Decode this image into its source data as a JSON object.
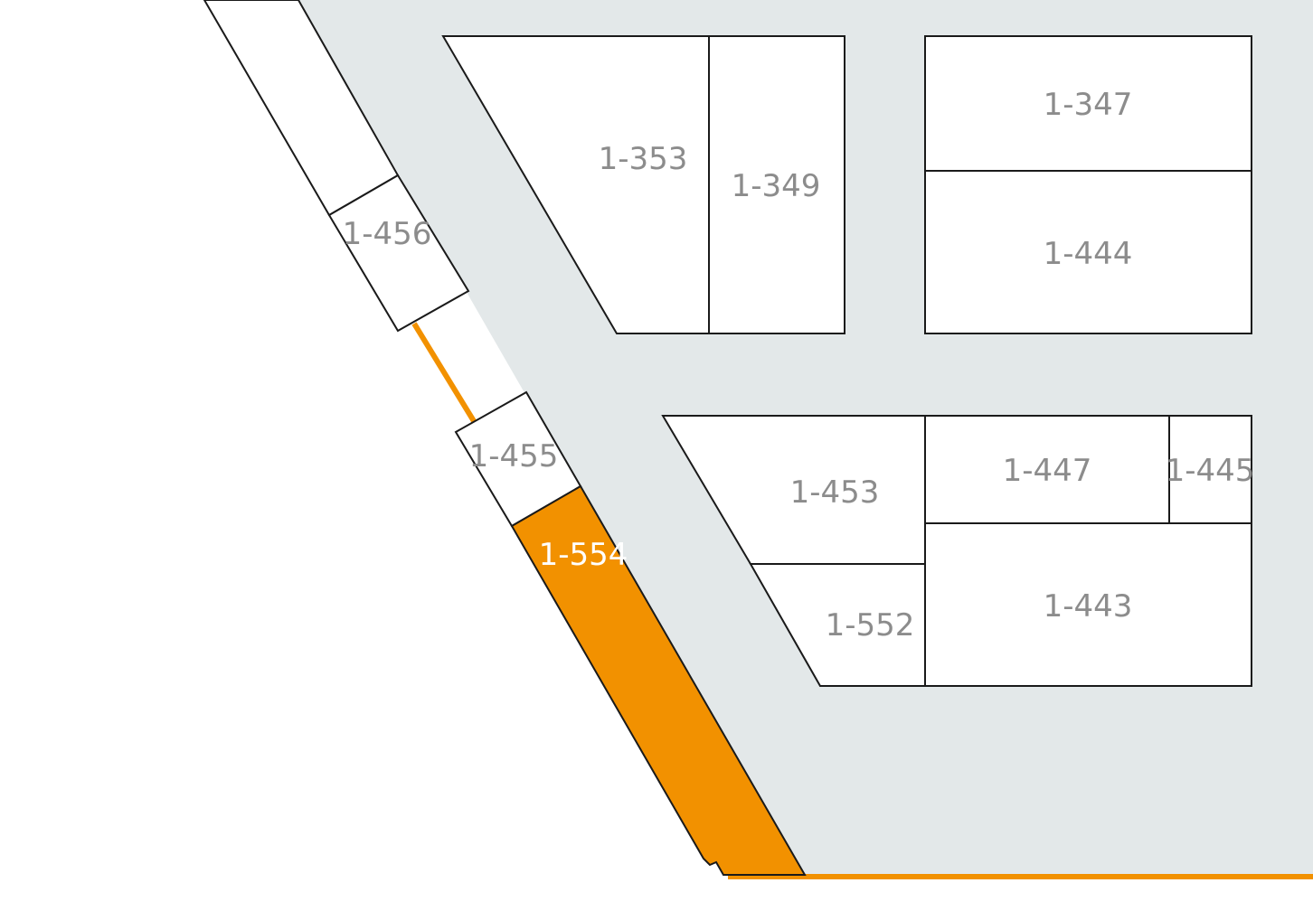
{
  "map": {
    "colors": {
      "corridor": "#e3e8e9",
      "room_fill": "#ffffff",
      "room_stroke": "#1a1a1a",
      "highlight": "#f29100",
      "label": "#8c8c8c",
      "highlight_label": "#ffffff"
    },
    "selected_room": "1-554",
    "rooms": {
      "r1_347": "1-347",
      "r1_444": "1-444",
      "r1_353": "1-353",
      "r1_349": "1-349",
      "r1_456": "1-456",
      "r1_455": "1-455",
      "r1_554": "1-554",
      "r1_453": "1-453",
      "r1_447": "1-447",
      "r1_445": "1-445",
      "r1_552": "1-552",
      "r1_443": "1-443"
    }
  }
}
